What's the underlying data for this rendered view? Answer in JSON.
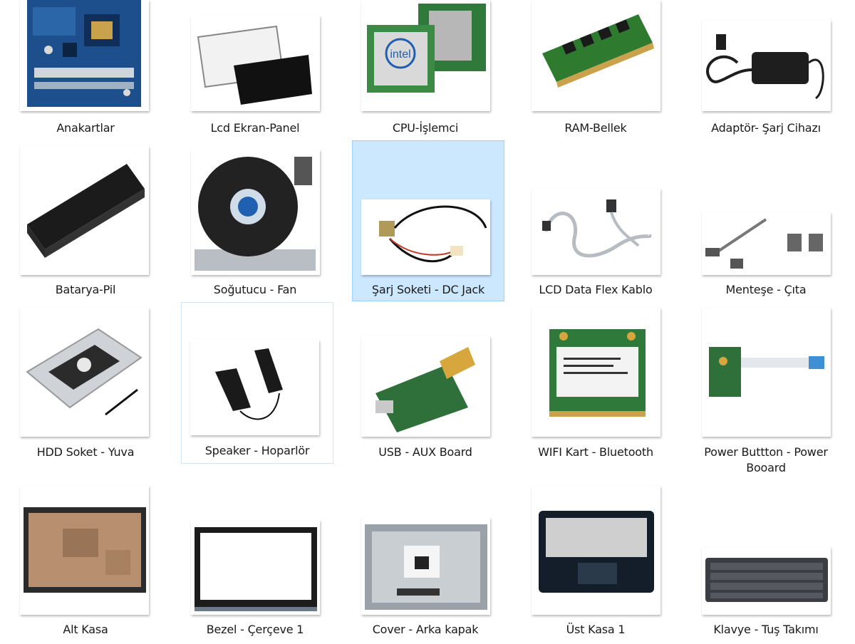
{
  "items": [
    {
      "label": "Anakartlar",
      "icon": "motherboard-icon"
    },
    {
      "label": "Lcd Ekran-Panel",
      "icon": "lcd-panel-icon"
    },
    {
      "label": "CPU-İşlemci",
      "icon": "cpu-icon"
    },
    {
      "label": "RAM-Bellek",
      "icon": "ram-icon"
    },
    {
      "label": "Adaptör- Şarj Cihazı",
      "icon": "adapter-icon"
    },
    {
      "label": "Batarya-Pil",
      "icon": "battery-icon"
    },
    {
      "label": "Soğutucu - Fan",
      "icon": "fan-icon"
    },
    {
      "label": "Şarj Soketi - DC Jack",
      "icon": "dc-jack-icon"
    },
    {
      "label": "LCD Data Flex Kablo",
      "icon": "flex-cable-icon"
    },
    {
      "label": "Menteşe - Çıta",
      "icon": "hinge-icon"
    },
    {
      "label": "HDD Soket - Yuva",
      "icon": "hdd-caddy-icon"
    },
    {
      "label": "Speaker - Hoparlör",
      "icon": "speaker-icon"
    },
    {
      "label": "USB - AUX Board",
      "icon": "usb-board-icon"
    },
    {
      "label": "WIFI Kart - Bluetooth",
      "icon": "wifi-card-icon"
    },
    {
      "label": "Power Buttton - Power Booard",
      "icon": "power-board-icon"
    },
    {
      "label": "Alt Kasa",
      "icon": "bottom-case-icon"
    },
    {
      "label": "Bezel - Çerçeve 1",
      "icon": "bezel-icon"
    },
    {
      "label": "Cover - Arka kapak",
      "icon": "back-cover-icon"
    },
    {
      "label": "Üst Kasa 1",
      "icon": "top-case-icon"
    },
    {
      "label": "Klavye - Tuş Takımı",
      "icon": "keyboard-icon"
    }
  ],
  "selected_label": "Şarj Soketi - DC Jack",
  "hover_label": "Speaker - Hoparlör",
  "intel_logo_text": "intel",
  "colors": {
    "selection_bg": "#cce8ff",
    "hover_border": "#cfe6f5",
    "label_text": "#1a1a1a"
  }
}
